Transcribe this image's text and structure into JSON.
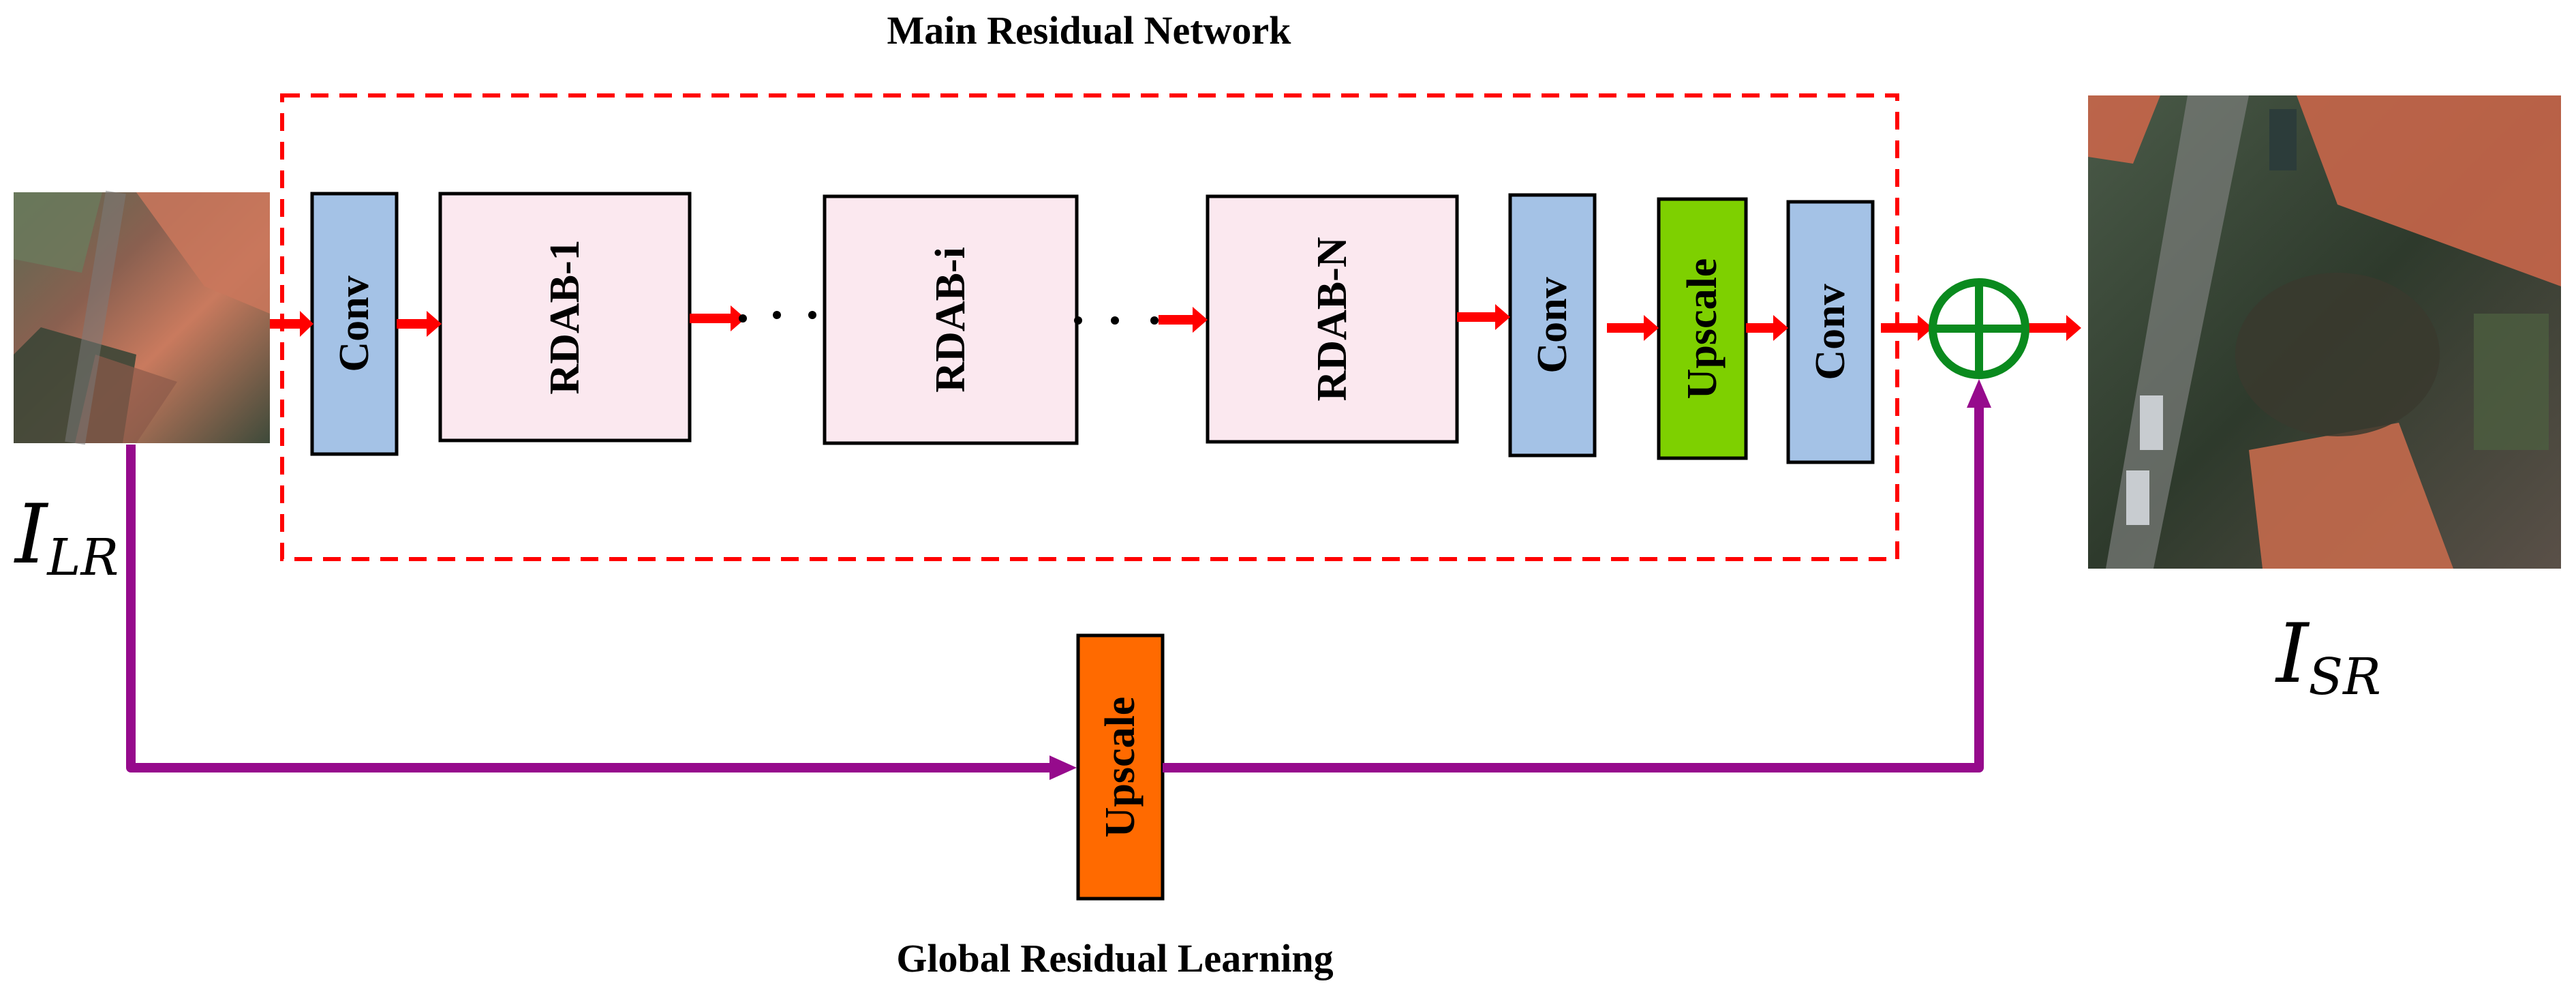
{
  "title_main": "Main Residual Network",
  "title_global": "Global Residual Learning",
  "input_label": {
    "base": "I",
    "sub": "LR"
  },
  "output_label": {
    "base": "I",
    "sub": "SR"
  },
  "blocks": {
    "conv_1": "Conv",
    "rdab_1": "RDAB-1",
    "rdab_i": "RDAB-i",
    "rdab_n": "RDAB-N",
    "conv_2": "Conv",
    "upscale_main": "Upscale",
    "conv_3": "Conv",
    "upscale_global": "Upscale"
  },
  "colors": {
    "conv": "#a4c2e6",
    "rdab": "#fbe8ef",
    "upscale_main": "#7ed000",
    "upscale_global": "#ff6a00",
    "arrow_main": "#ff0000",
    "arrow_global": "#960a8c",
    "sum_node": "#0a8a1e",
    "dashed_box": "#ff0000"
  }
}
